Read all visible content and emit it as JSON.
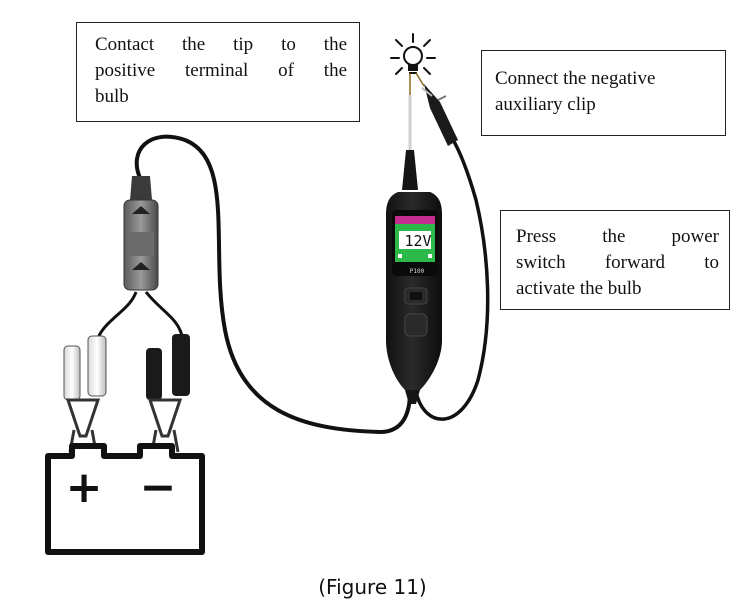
{
  "callouts": {
    "tip": {
      "lines": [
        "Contact the tip to the",
        "positive terminal of the",
        "bulb"
      ]
    },
    "negative_clip": {
      "lines": [
        "Connect the negative",
        "auxiliary clip"
      ]
    },
    "power_switch": {
      "lines": [
        "Press the power",
        "switch forward to",
        "activate the bulb"
      ]
    }
  },
  "tester": {
    "display_reading": "12V",
    "model": "P100",
    "colors": {
      "body": "#1c1c1c",
      "screen_green": "#2db84a",
      "screen_magenta": "#c42c8e"
    }
  },
  "battery": {
    "positive_symbol": "+",
    "negative_symbol": "−"
  },
  "caption": "(Figure 11)",
  "icons": [
    "light-bulb-icon",
    "lightning-icon"
  ]
}
